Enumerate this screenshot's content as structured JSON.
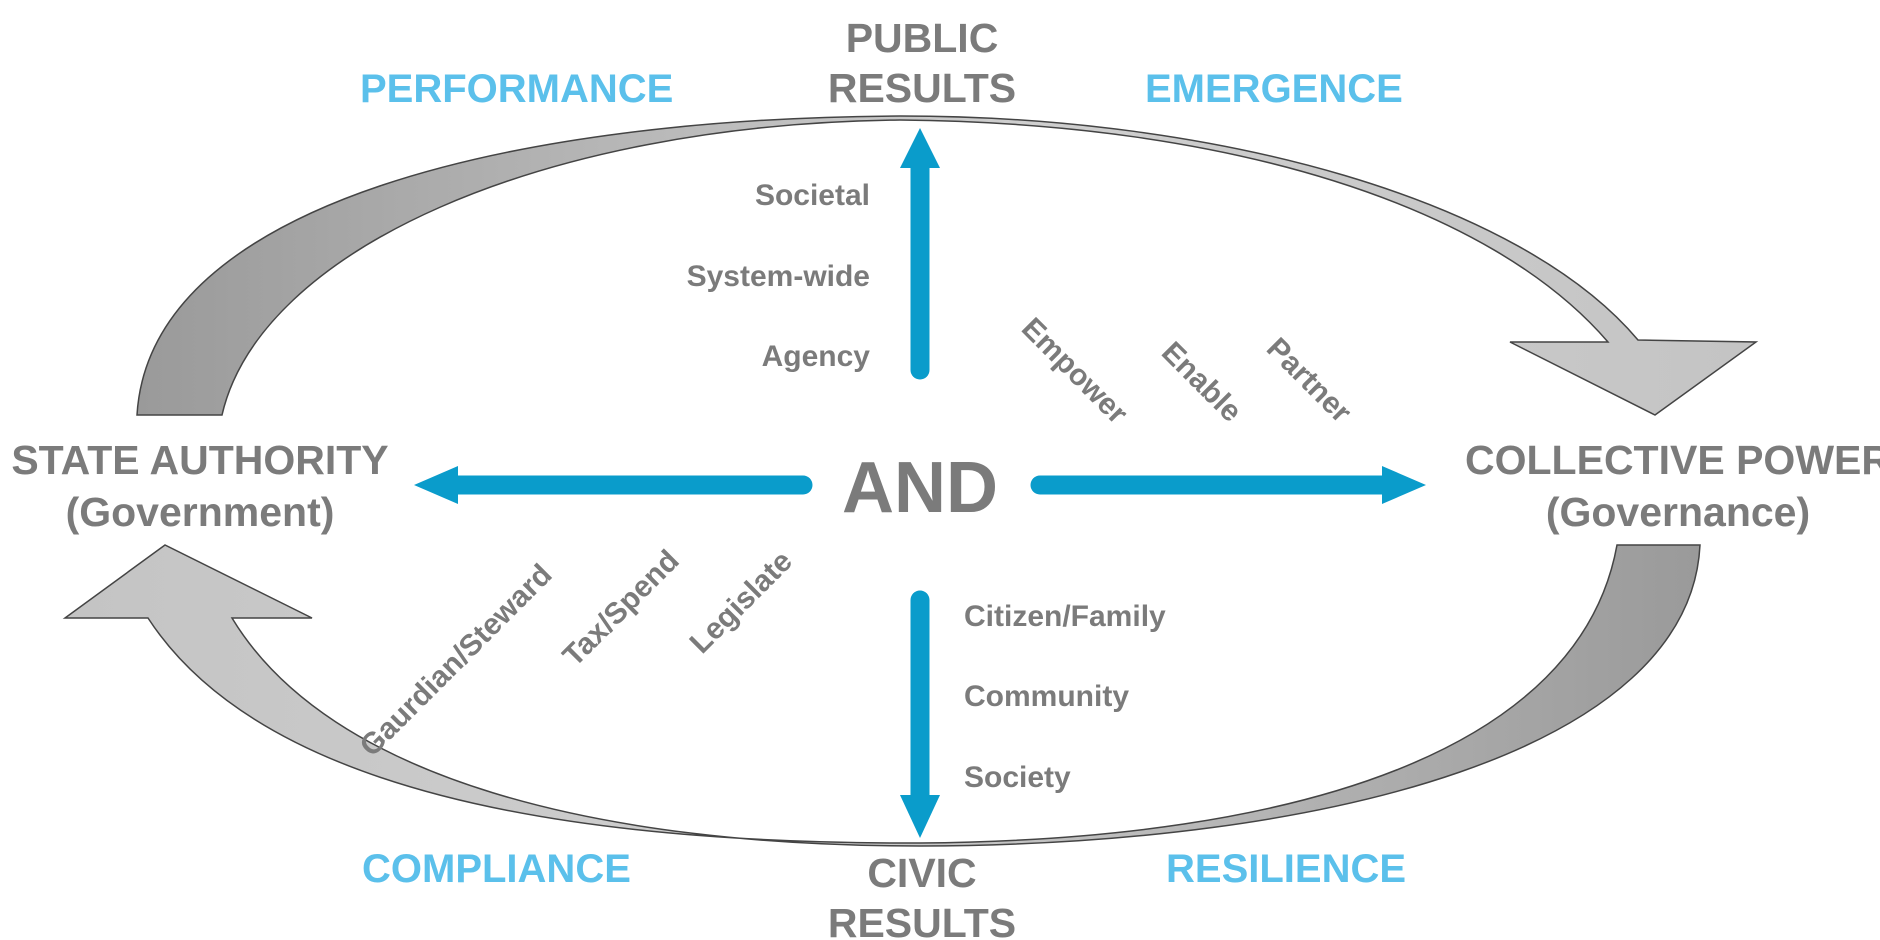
{
  "nodes": {
    "top": {
      "line1": "PUBLIC",
      "line2": "RESULTS"
    },
    "bottom": {
      "line1": "CIVIC",
      "line2": "RESULTS"
    },
    "left": {
      "line1": "STATE AUTHORITY",
      "line2": "(Government)"
    },
    "right": {
      "line1": "COLLECTIVE POWER",
      "line2": "(Governance)"
    },
    "center": "AND"
  },
  "quadrants": {
    "top_left": "PERFORMANCE",
    "top_right": "EMERGENCE",
    "bottom_left": "COMPLIANCE",
    "bottom_right": "RESILIENCE"
  },
  "top_axis_labels": [
    "Societal",
    "System-wide",
    "Agency"
  ],
  "bottom_axis_labels": [
    "Citizen/Family",
    "Community",
    "Society"
  ],
  "right_diagonal_labels": [
    "Empower",
    "Enable",
    "Partner"
  ],
  "left_diagonal_labels": [
    "Gaurdian/Steward",
    "Tax/Spend",
    "Legislate"
  ],
  "colors": {
    "quadrant_text": "#5BC0EB",
    "node_text": "#7B7B7B",
    "axis_arrow": "#0A9CCB",
    "cycle_arrow_light": "#C9C9C9",
    "cycle_arrow_dark": "#9C9C9C"
  }
}
